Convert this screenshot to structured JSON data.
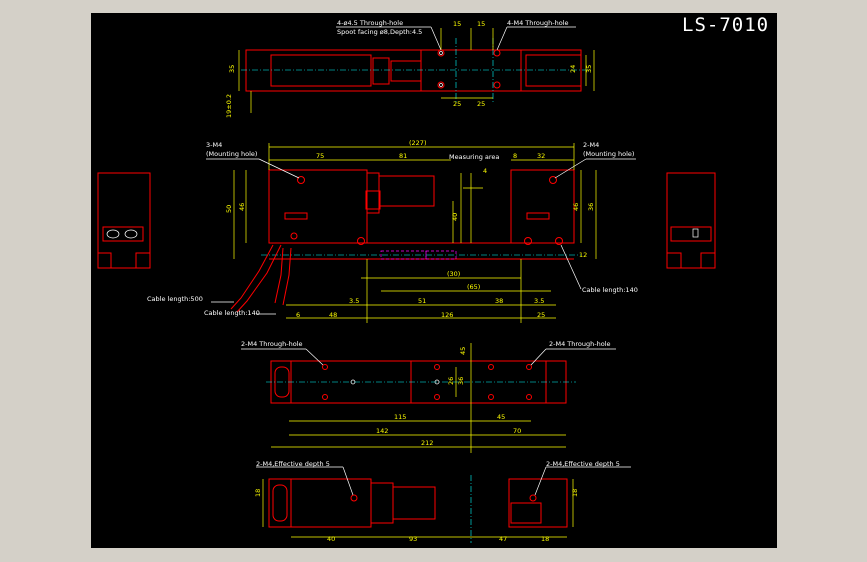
{
  "drawing": {
    "title": "LS-7010",
    "colors": {
      "background": "#000000",
      "outline": "#ff0000",
      "dimension": "#ffff00",
      "label": "#ffffff",
      "hidden": "#ff00ff",
      "centerline": "#00ffff"
    }
  },
  "top_view": {
    "note_left_1": "4-ø4.5 Through-hole",
    "note_left_2": "Spoot facing ø8,Depth:4.5",
    "note_right": "4-M4 Through-hole",
    "dim_top_1": "15",
    "dim_top_2": "15",
    "dim_bottom_1": "25",
    "dim_bottom_2": "25",
    "dim_left": "35",
    "dim_right_1": "24",
    "dim_right_2": "35",
    "dim_small": "19±0.2"
  },
  "front_view": {
    "note_left_1": "3-M4",
    "note_left_2": "(Mounting hole)",
    "note_right_1": "2-M4",
    "note_right_2": "(Mounting hole)",
    "measuring_area": "Measuring area",
    "dim_overall": "(227)",
    "dim_75": "75",
    "dim_81": "81",
    "dim_8": "8",
    "dim_32": "32",
    "dim_4": "4",
    "dim_50": "50",
    "dim_46_left": "46",
    "dim_46_right": "46",
    "dim_36": "36",
    "dim_40": "40",
    "dim_12": "12",
    "dim_30": "(30)",
    "dim_65": "(65)",
    "dim_3_5_left": "3.5",
    "dim_51": "51",
    "dim_38": "38",
    "dim_3_5_right": "3.5",
    "dim_6": "6",
    "dim_48": "48",
    "dim_126": "126",
    "dim_25": "25",
    "cable_500": "Cable length:500",
    "cable_140_left": "Cable length:140",
    "cable_140_right": "Cable length:140"
  },
  "bottom_view": {
    "note_left": "2-M4 Through-hole",
    "note_right": "2-M4 Through-hole",
    "dim_45": "45",
    "dim_26": "26",
    "dim_36": "36",
    "dim_115": "115",
    "dim_45b": "45",
    "dim_142": "142",
    "dim_70": "70",
    "dim_212": "212"
  },
  "rear_view": {
    "note_left": "2-M4,Effective depth 5",
    "note_right": "2-M4,Effective depth 5",
    "dim_18_left": "18",
    "dim_18_right": "18",
    "dim_40": "40",
    "dim_93": "93",
    "dim_47": "47",
    "dim_18": "18"
  }
}
